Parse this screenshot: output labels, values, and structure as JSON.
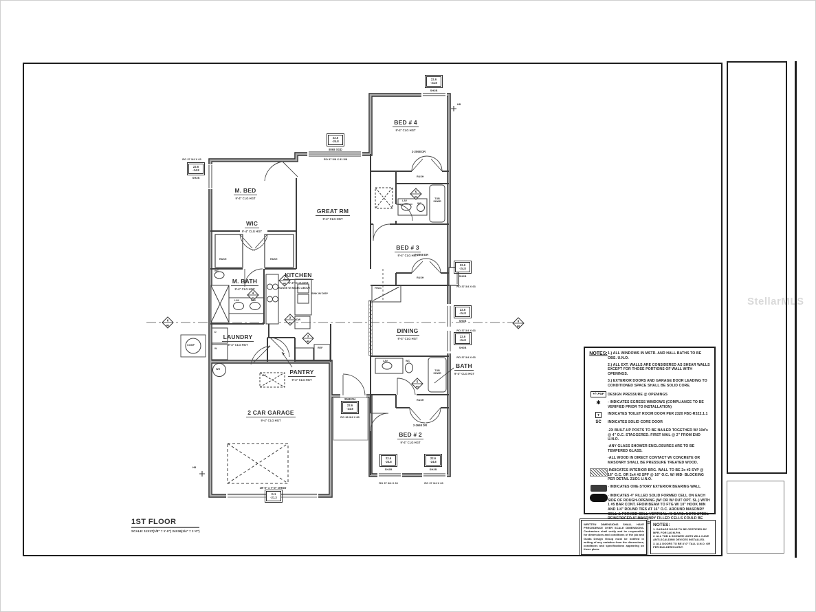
{
  "watermark": "StellarMLS",
  "plan": {
    "rooms": {
      "m_bed": {
        "name": "M. BED",
        "clg": "9'-4\" CLG HGT"
      },
      "wic": {
        "name": "WIC",
        "clg": "9'-4\" CLG HGT"
      },
      "m_bath": {
        "name": "M. BATH",
        "clg": "9'-4\" CLG HGT"
      },
      "kitchen": {
        "name": "KITCHEN",
        "clg": "9'-4\" CLG HGT"
      },
      "great_rm": {
        "name": "GREAT RM",
        "clg": "9'-4\" CLG HGT"
      },
      "laundry": {
        "name": "LAUNDRY",
        "clg": "9'-4\" CLG HGT"
      },
      "pantry": {
        "name": "PANTRY",
        "clg": "9'-4\" CLG HGT"
      },
      "garage": {
        "name": "2 CAR GARAGE",
        "clg": "9'-4\" CLG HGT"
      },
      "bed4": {
        "name": "BED # 4",
        "clg": "9'-4\" CLG HGT"
      },
      "bed3": {
        "name": "BED # 3",
        "clg": "9'-4\" CLG HGT"
      },
      "dining": {
        "name": "DINING",
        "clg": "9'-4\" CLG HGT"
      },
      "bath": {
        "name": "BATH",
        "clg": "9'-4\" CLG HGT"
      },
      "bed2": {
        "name": "BED # 2",
        "clg": "9'-4\" CLG HGT"
      }
    },
    "fixtures": {
      "range": "RANGE W/ MICRO ABOVE",
      "sink": "SINK W/ DISP",
      "dw": "DW",
      "ref": "REF",
      "wh": "WH",
      "washer": "W",
      "dryer": "D",
      "comp": "COMP",
      "hvac": "HVAC",
      "lav": "LAV",
      "wc": "WC",
      "tub_shwr": "TUB SHWR",
      "rsh": "R&SH",
      "hb": "HB",
      "a6_box": "A.6"
    },
    "door_notes": {
      "bed4": "2-2068 DR",
      "bed3": "2-2868 DR",
      "bed2": "2-2668 DR",
      "entry": "3068 DH",
      "garage_door": "18'-0\" x 7'-0\" OHGD",
      "sgd": "8068 SGD"
    },
    "window_tags": {
      "dp_top": "22.6",
      "dp_bot": "-24.8",
      "sh2b": "SH2B",
      "ro_37": "RO 37 3/4 X 63",
      "ro_sgd": "RO 97 5/8 X 81 5/8",
      "ro_entry": "RO 38 3/4 X 83",
      "garage_tag_top": "G.1",
      "garage_tag_bot": "-21.3"
    },
    "markers": {
      "a6": "A6",
      "m1": "1",
      "m2": "2",
      "m3": "3",
      "m4": "4",
      "m5": "5",
      "m6": "6"
    }
  },
  "notes_panel": {
    "heading": "NOTES:",
    "notes": [
      "1.) ALL WINDOWS IN MSTR. AND HALL BATHS TO BE OBS. U.N.O.",
      "2.) ALL EXT. WALLS ARE CONSIDERED AS SHEAR WALLS EXCEPT FOR THOSE PORTIONS OF WALL WITH OPENINGS.",
      "3.) EXTERIOR DOORS AND GARAGE DOOR LEADING TO CONDITIONED SPACE SHALL BE SOLID CORE."
    ],
    "psf_symbol": "+/- PSF",
    "psf_text": "DESIGN PRESSURE @ OPENINGS",
    "egress_symbol": "✱",
    "egress_text": "- INDICATES EGRESS WINDOWS (COMPLIANCE TO BE VERIFIED PRIOR TO INSTALLATION)",
    "toilet_symbol": "T",
    "toilet_text": "INDICATES TOILET ROOM DOOR PER 2320 FBC-R322.1.1",
    "sc_symbol": "SC",
    "sc_text": "INDICATES SOLID CORE DOOR",
    "extra_notes": [
      "-2X BUILT-UP POSTS TO BE NAILED TOGETHER W/ 10d's @ 4\" O.C. STAGGERED. FIRST NAIL @ 2\" FROM END U.N.O.",
      "-ANY GLASS SHOWER ENCLOSURES ARE TO BE TEMPERED GLASS.",
      "-ALL WOOD IN DIRECT CONTACT W/ CONCRETE OR MASONRY SHALL BE PRESSURE TREATED WOOD."
    ],
    "int_brg_text": "-INDICATES INTERIOR BRG. WALL TO BE 2x #2 SYP @ 16\" O.C. OR 2x4 #2 SPF @ 16\" O.C. W/ MID- BLOCKING PER DETAIL 21/D1 U.N.O.",
    "ext_brg_text": "- INDICATES ONE-STORY EXTERIOR BEARING WALL",
    "filled_cell_text": "- INDICATES 4\" FILLED SOLID FORMED CELL ON EACH SIDE OF ROUGH-OPENING (W/ OR W/ OUT OPT. SL.) WITH 1 #5 BAR CONT. FROM BEAM TO FTG W/ 10\" HOOK MIN AND 1/4\" ROUND TIES AT 16\" O.C. AROUND MASONRY CELL & FORMED CELL VERTICAL #5 BARS. NOTE STEEL REINFORCED 8\" MASONRY FILLED CELLS COULD BE USED I.L.O. THE FILLED SOLID FORMED CELLS."
  },
  "title_block": {
    "title": "1ST FLOOR",
    "scale": "SCALE: 11X17(1/8\" = 1'-0\")  24X36(1/4\" = 1'-0\")"
  },
  "disclaimer_box": "WRITTEN DIMENSIONS SHALL HAVE PRECEDENCE OVER SCALE DIMENSIONS. Contractors shall verify and be responsible for dimensions and conditions of the job and Guida Design Group must be notified in writing of any variation from the dimensions, conditions and specifications appearing on these plans.",
  "notes_box": {
    "heading": "NOTES:",
    "lines": [
      "1. GARAGE DOOR TO BE CERTIFIED BY MFR. FOR 140 M.P.H.",
      "2. ALL TUB & SHOWER UNITS WILL HAVE ANTI-SCALDING DEVICES INSTALLED.",
      "3. ALL DOORS TO BE 8'-0\" TALL U.N.O. OR PER BUILDER/CLIENT."
    ]
  }
}
